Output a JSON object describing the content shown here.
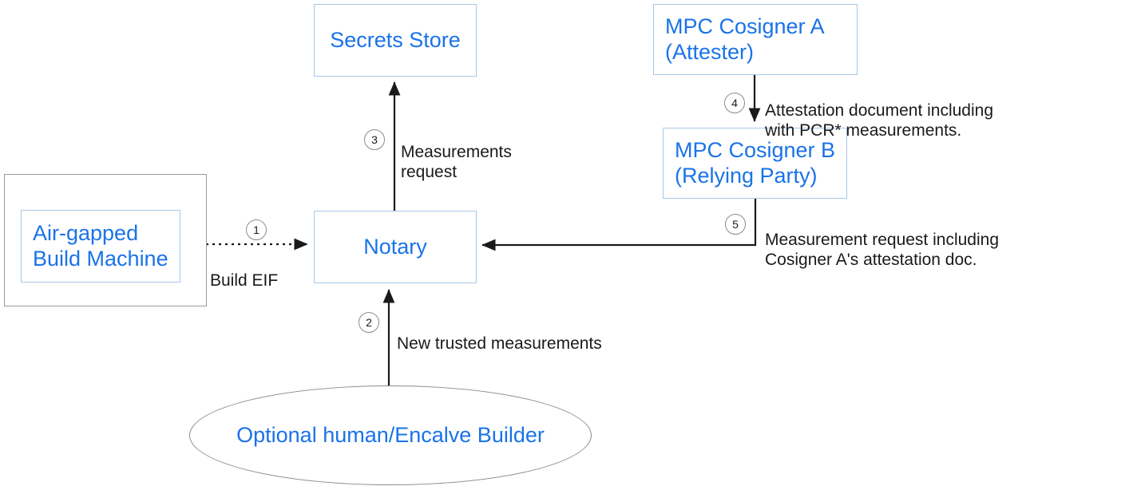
{
  "diagram": {
    "title": "Enclave attestation notary flow",
    "colors": {
      "node_text": "#1a73e8",
      "node_border": "#a7c7e7",
      "group_border": "#9a9a9a",
      "edge": "#1a1a1a",
      "background": "#ffffff"
    },
    "nodes": {
      "secrets_store": "Secrets Store",
      "cosigner_a": "MPC Cosigner A\n(Attester)",
      "cosigner_b": "MPC Cosigner B\n(Relying Party)",
      "notary": "Notary",
      "air_gapped_build_machine": "Air-gapped\nBuild Machine",
      "optional_human": "Optional human/Encalve Builder"
    },
    "steps": [
      {
        "number": "1",
        "label": "Build EIF",
        "from": "air-gapped-build-machine",
        "to": "notary",
        "style": "dotted"
      },
      {
        "number": "2",
        "label": "New trusted measurements",
        "from": "optional-human-encalve-builder",
        "to": "notary",
        "style": "solid"
      },
      {
        "number": "3",
        "label": "Measurements\nrequest",
        "from": "notary",
        "to": "secrets-store",
        "style": "solid"
      },
      {
        "number": "4",
        "label": "Attestation document including\nwith PCR* measurements.",
        "from": "mpc-cosigner-a",
        "to": "mpc-cosigner-b",
        "style": "solid"
      },
      {
        "number": "5",
        "label": "Measurement request including\nCosigner A's attestation doc.",
        "from": "mpc-cosigner-b",
        "to": "notary",
        "style": "solid"
      }
    ]
  }
}
